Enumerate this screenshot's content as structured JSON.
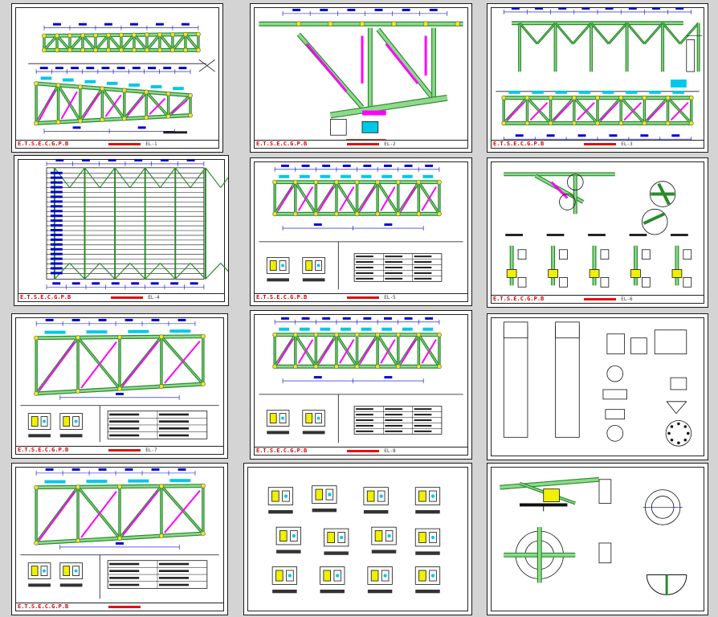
{
  "sheets": [
    {
      "id": "s1",
      "type": "truss-overview",
      "footer": "E.T.S.E.C.G.P.B",
      "num": "EL-1"
    },
    {
      "id": "s2",
      "type": "truss-detail",
      "footer": "E.T.S.E.C.G.P.B",
      "num": "EL-2"
    },
    {
      "id": "s3",
      "type": "truss-plan",
      "footer": "E.T.S.E.C.G.P.B",
      "num": "EL-3"
    },
    {
      "id": "s4",
      "type": "roof-plan",
      "footer": "E.T.S.E.C.G.P.B",
      "num": "EL-4"
    },
    {
      "id": "s5",
      "type": "truss-table",
      "footer": "E.T.S.E.C.G.P.B",
      "num": "EL-5"
    },
    {
      "id": "s6",
      "type": "joint-details",
      "footer": "E.T.S.E.C.G.P.B",
      "num": "EL-6"
    },
    {
      "id": "s7",
      "type": "truss-half",
      "footer": "E.T.S.E.C.G.P.B",
      "num": "EL-7"
    },
    {
      "id": "s8",
      "type": "truss-table",
      "footer": "E.T.S.E.C.G.P.B",
      "num": "EL-8"
    },
    {
      "id": "s9",
      "type": "column-details",
      "footer": "",
      "num": ""
    },
    {
      "id": "s10",
      "type": "truss-half",
      "footer": "E.T.S.E.C.G.P.B",
      "num": ""
    },
    {
      "id": "s11",
      "type": "section-details",
      "footer": "",
      "num": ""
    },
    {
      "id": "s12",
      "type": "connection-details",
      "footer": "",
      "num": ""
    }
  ],
  "colors": {
    "line": "#1c1c1c",
    "member": "#2a8a2a",
    "member_fill": "#8fd88f",
    "dimension": "#0000cc",
    "highlight": "#ff00ff",
    "cyan": "#00c8e8",
    "yellow": "#f0f000",
    "red": "#e01010"
  }
}
